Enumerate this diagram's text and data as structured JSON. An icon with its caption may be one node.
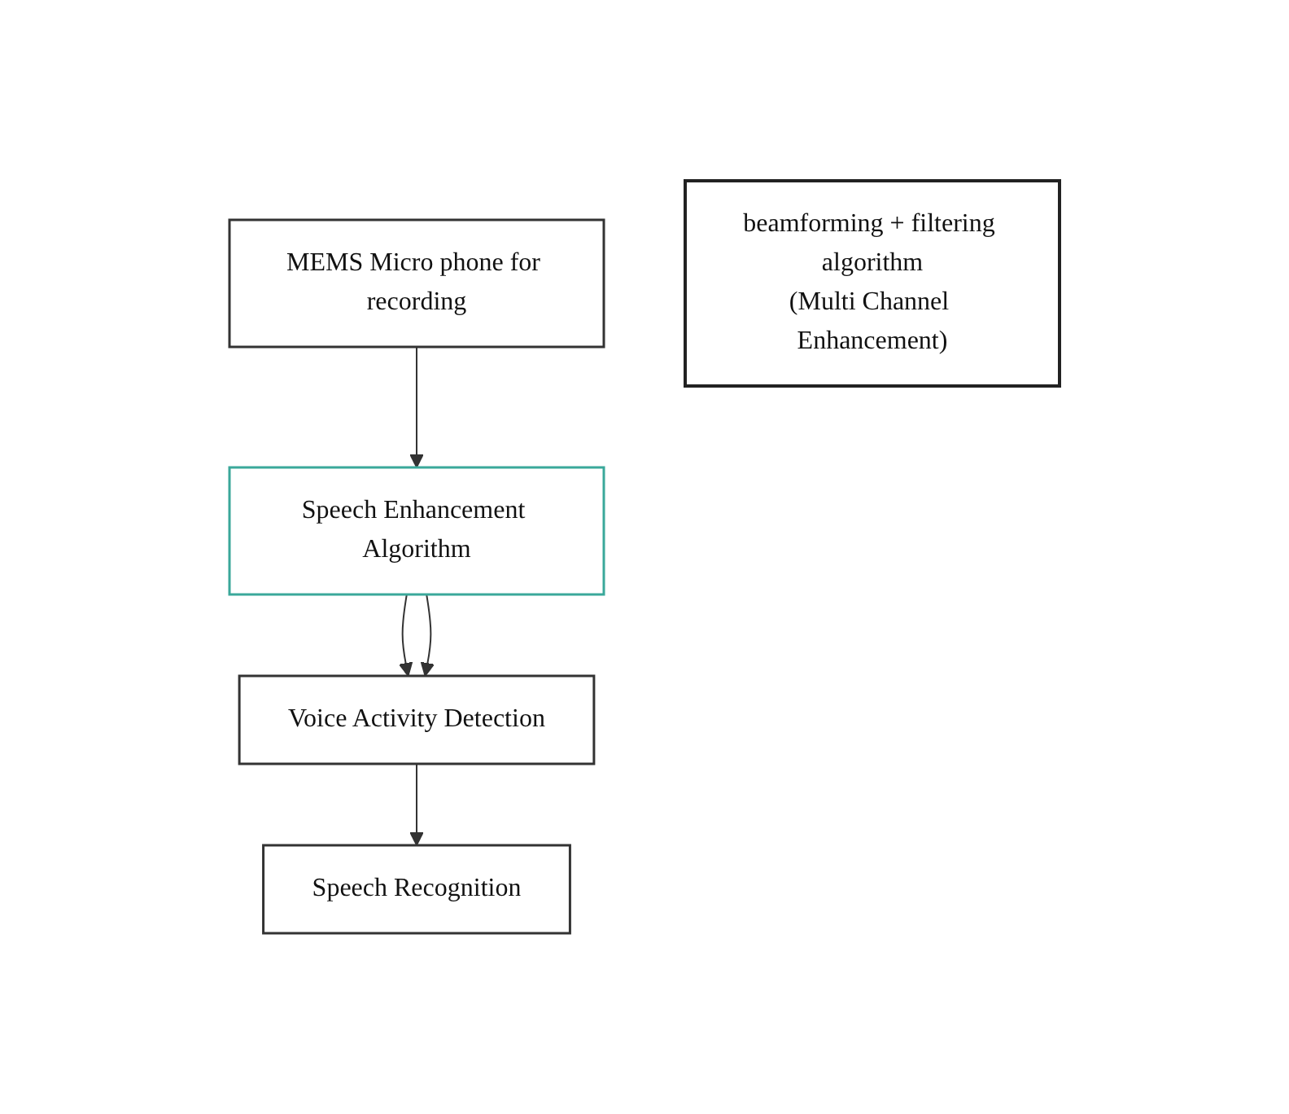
{
  "diagram": {
    "nodes": [
      {
        "text": [
          "MEMS Micro phone for recording"
        ]
      },
      {
        "text": [
          "Speech Enhancement Algorithm"
        ]
      },
      {
        "text": [
          "beamforming + filtering algorithm",
          "(Multi Channel Enhancement)"
        ]
      },
      {
        "text": [
          "Voice Activity Detection"
        ]
      },
      {
        "text": [
          "Speech Recognition"
        ]
      }
    ],
    "edges": [
      {
        "from": 0,
        "to": 1,
        "arrow": "to"
      },
      {
        "from": 1,
        "to": 3,
        "arrow": "to"
      },
      {
        "from": 1,
        "to": 3,
        "arrow": "to"
      },
      {
        "from": 3,
        "to": 4,
        "arrow": "to"
      }
    ]
  }
}
